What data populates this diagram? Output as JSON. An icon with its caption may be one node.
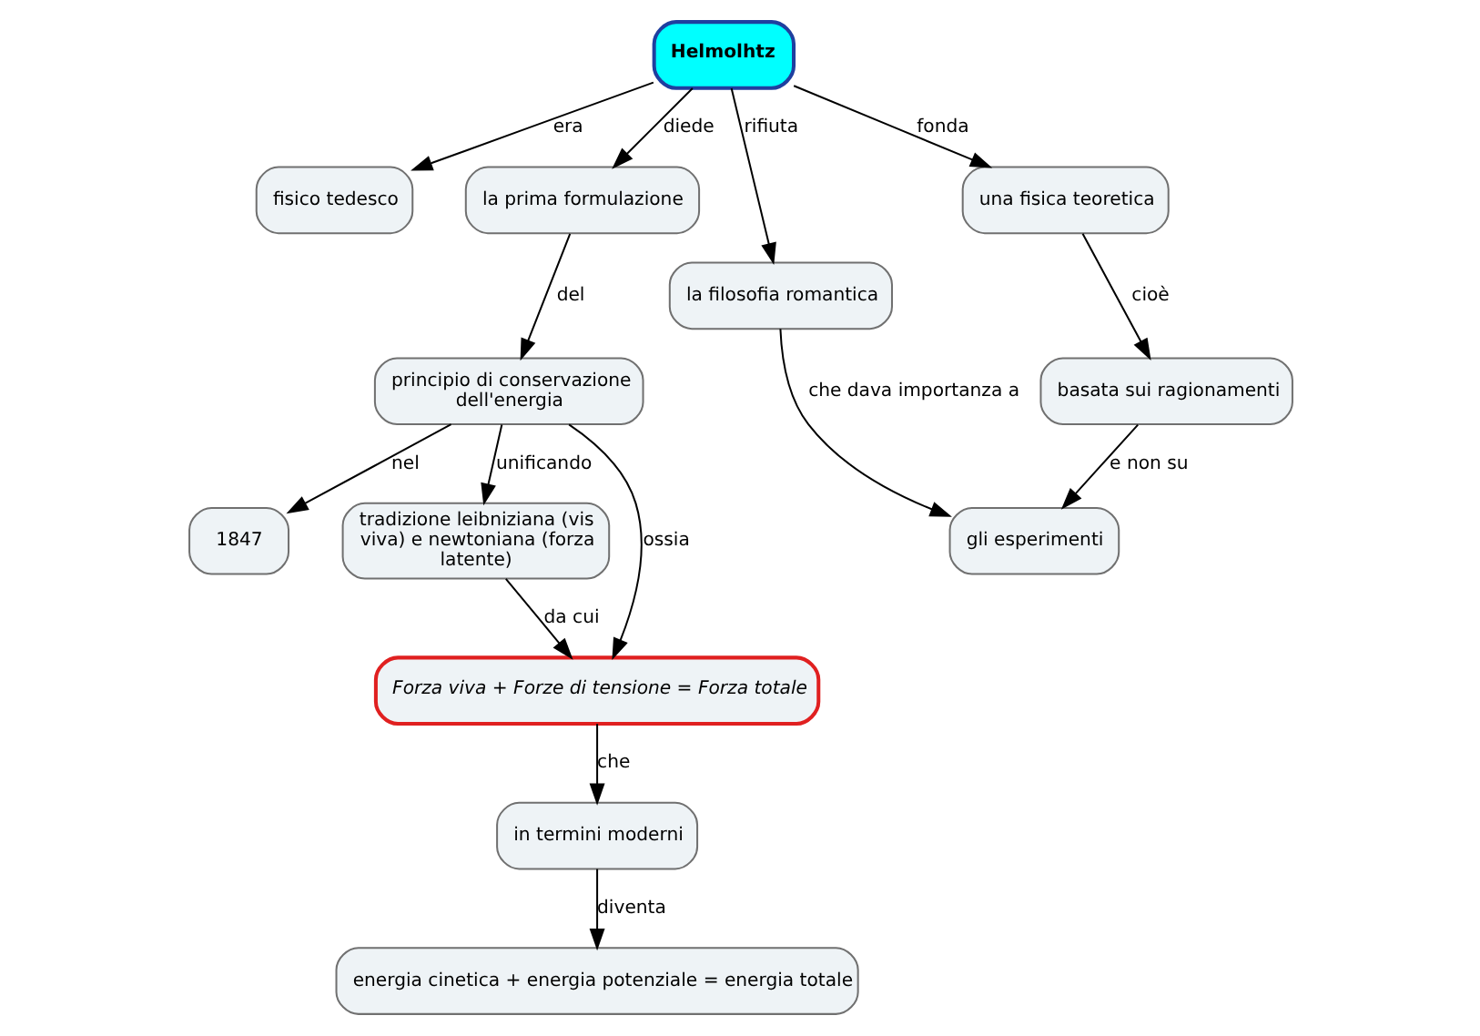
{
  "diagram": {
    "nodes": [
      {
        "text": [
          "Helmolhtz"
        ]
      },
      {
        "text": [
          "fisico tedesco"
        ]
      },
      {
        "text": [
          "la prima formulazione"
        ]
      },
      {
        "text": [
          "la filosofia romantica"
        ]
      },
      {
        "text": [
          "una fisica teoretica"
        ]
      },
      {
        "text": [
          "basata sui ragionamenti"
        ]
      },
      {
        "text": [
          "principio di conservazione dell'energia"
        ]
      },
      {
        "text": [
          "1847"
        ]
      },
      {
        "text": [
          "gli esperimenti"
        ]
      },
      {
        "text": [
          "tradizione leibniziana (vis viva) e newtoniana (forza latente)"
        ]
      },
      {
        "text": [
          "Forza viva + Forze di tensione = Forza totale"
        ]
      },
      {
        "text": [
          "in termini moderni"
        ]
      },
      {
        "text": [
          "energia cinetica + energia potenziale = energia totale"
        ]
      }
    ],
    "edges": [
      {
        "from": 0,
        "to": 1,
        "arrow": "to",
        "label": "era"
      },
      {
        "from": 0,
        "to": 2,
        "arrow": "to",
        "label": "diede"
      },
      {
        "from": 0,
        "to": 3,
        "arrow": "to",
        "label": "rifiuta"
      },
      {
        "from": 0,
        "to": 4,
        "arrow": "to",
        "label": "fonda"
      },
      {
        "from": 4,
        "to": 5,
        "arrow": "to",
        "label": "cioè"
      },
      {
        "from": 2,
        "to": 6,
        "arrow": "to",
        "label": "del"
      },
      {
        "from": 3,
        "to": 8,
        "arrow": "to",
        "label": "che dava importanza a"
      },
      {
        "from": 5,
        "to": 8,
        "arrow": "to",
        "label": "e non su"
      },
      {
        "from": 6,
        "to": 7,
        "arrow": "to",
        "label": "nel"
      },
      {
        "from": 6,
        "to": 9,
        "arrow": "to",
        "label": "unificando"
      },
      {
        "from": 6,
        "to": 10,
        "arrow": "to",
        "label": "ossia"
      },
      {
        "from": 9,
        "to": 10,
        "arrow": "to",
        "label": "da cui"
      },
      {
        "from": 10,
        "to": 11,
        "arrow": "to",
        "label": "che"
      },
      {
        "from": 11,
        "to": 12,
        "arrow": "to",
        "label": "diventa"
      }
    ]
  }
}
